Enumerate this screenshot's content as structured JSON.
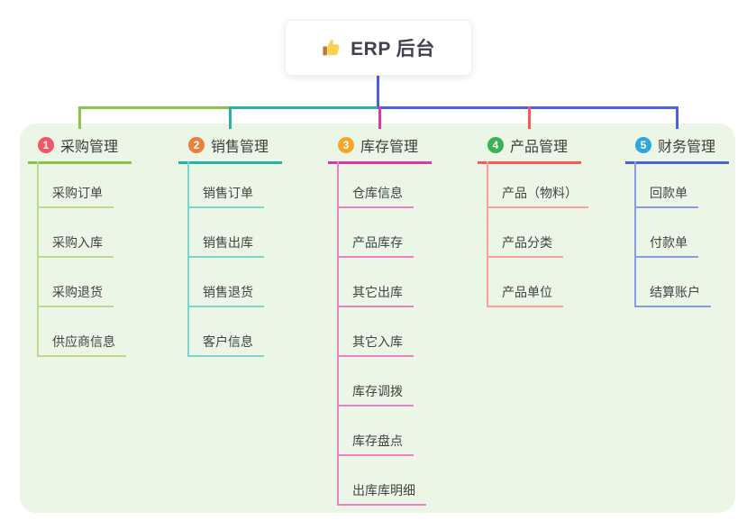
{
  "root": {
    "title": "ERP 后台",
    "icon": "thumbs-up-icon"
  },
  "colors": {
    "panel_bg": "#ebf6e6",
    "root_line": "#4a62d8",
    "root_text": "#41414f",
    "node_text": "#3d3d3d"
  },
  "branches": [
    {
      "num": "1",
      "label": "采购管理",
      "badge_color": "#f2566a",
      "line_color": "#8ac24a",
      "child_line_color": "#b9dc8e",
      "children": [
        "采购订单",
        "采购入库",
        "采购退货",
        "供应商信息"
      ]
    },
    {
      "num": "2",
      "label": "销售管理",
      "badge_color": "#ef7e3e",
      "line_color": "#21b3a7",
      "child_line_color": "#7ed5cc",
      "children": [
        "销售订单",
        "销售出库",
        "销售退货",
        "客户信息"
      ]
    },
    {
      "num": "3",
      "label": "库存管理",
      "badge_color": "#f7a629",
      "line_color": "#d63aa5",
      "child_line_color": "#ef7fc5",
      "children": [
        "仓库信息",
        "产品库存",
        "其它出库",
        "其它入库",
        "库存调拨",
        "库存盘点",
        "出库库明细"
      ]
    },
    {
      "num": "4",
      "label": "产品管理",
      "badge_color": "#3cb054",
      "line_color": "#fb5757",
      "child_line_color": "#fc9e9e",
      "children": [
        "产品（物料）",
        "产品分类",
        "产品单位"
      ]
    },
    {
      "num": "5",
      "label": "财务管理",
      "badge_color": "#2ea7de",
      "line_color": "#4a62d8",
      "child_line_color": "#8c9ae6",
      "children": [
        "回款单",
        "付款单",
        "结算账户"
      ]
    }
  ]
}
